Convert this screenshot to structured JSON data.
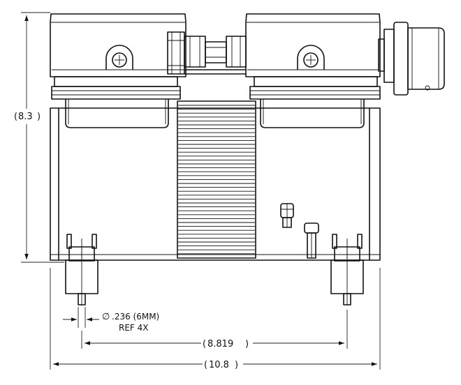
{
  "dimensions": {
    "height": "8.3",
    "overall_width": "10.8",
    "foot_span": "8.819",
    "diameter_line1": ".236 (6MM)",
    "diameter_line2": "REF 4X"
  },
  "symbols": {
    "diameter_symbol": "∅"
  },
  "colors": {
    "line": "#111111",
    "background": "#ffffff"
  }
}
